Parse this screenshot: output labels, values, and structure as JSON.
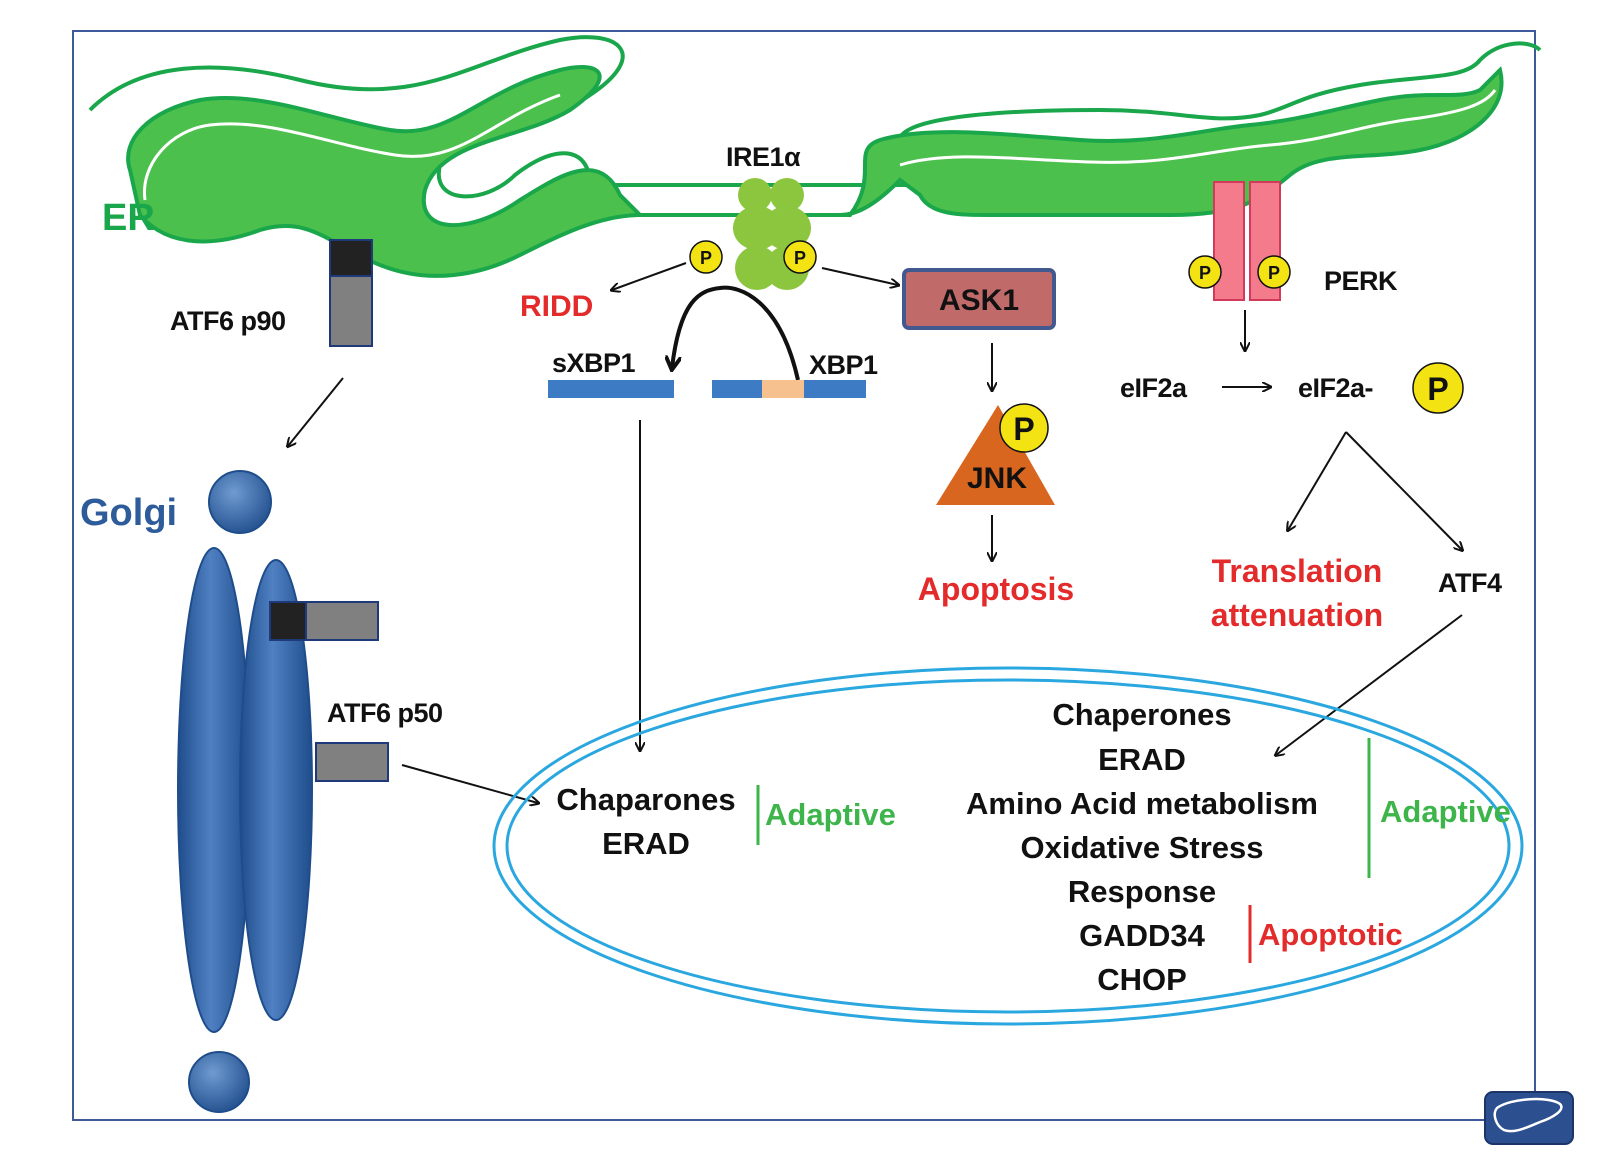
{
  "colors": {
    "er_green": "#1aa64a",
    "er_fill": "#4cc04c",
    "golgi_blue": "#3a6aa8",
    "nucleus_blue": "#2aa7df",
    "red": "#e32b2b",
    "adaptive_green": "#3db54a",
    "phospho_yellow": "#f4e313",
    "perk_pink": "#f47b8c",
    "ask1_fill": "#c06a6a",
    "jnk_orange": "#d9661e",
    "xbp1_blue": "#3d7cc4",
    "xbp1_intron": "#f6c08f",
    "atf6_gray": "#808080",
    "border": "#3e5a9a"
  },
  "icons": {
    "corner": "liver-icon"
  },
  "labels": {
    "er": "ER",
    "golgi": "Golgi",
    "atf6_p90": "ATF6 p90",
    "atf6_p50": "ATF6 p50",
    "ire1a": "IRE1α",
    "ridd": "RIDD",
    "sxbp1": "sXBP1",
    "xbp1": "XBP1",
    "ask1": "ASK1",
    "jnk": "JNK",
    "apoptosis": "Apoptosis",
    "perk": "PERK",
    "eif2a": "eIF2a",
    "eif2a_p": "eIF2a-",
    "p": "P",
    "translation_line1": "Translation",
    "translation_line2": "attenuation",
    "atf4": "ATF4"
  },
  "nucleus_left": {
    "lines": [
      "Chaparones",
      "ERAD"
    ],
    "tag": "Adaptive"
  },
  "nucleus_right": {
    "lines": [
      "Chaperones",
      "ERAD",
      "Amino Acid metabolism",
      "Oxidative Stress",
      "Response",
      "GADD34",
      "CHOP"
    ],
    "adaptive_tag": "Adaptive",
    "apoptotic_tag": "Apoptotic"
  }
}
